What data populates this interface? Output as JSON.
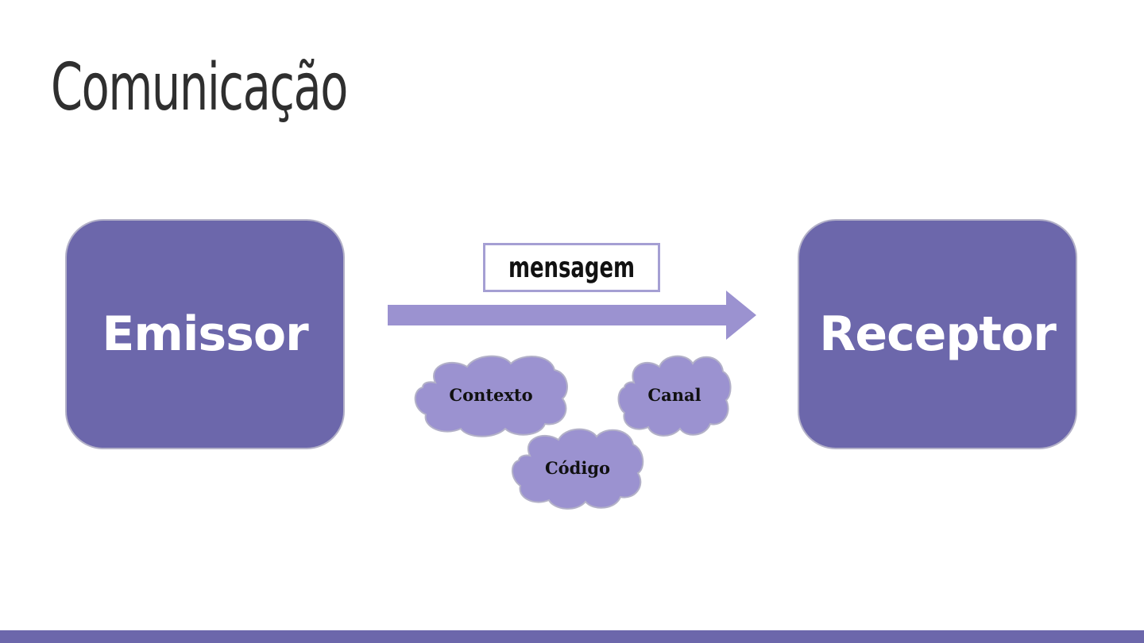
{
  "slide": {
    "title": "Comunicação"
  },
  "diagram": {
    "sender_label": "Emissor",
    "receiver_label": "Receptor",
    "message_label": "mensagem",
    "clouds": {
      "context": "Contexto",
      "channel": "Canal",
      "code": "Código"
    }
  },
  "colors": {
    "box_fill": "#6c67ab",
    "arrow_fill": "#9b92d0",
    "cloud_fill": "#9b92d0",
    "footer_bar": "#6c67ab"
  },
  "icons": {
    "arrow": "right-arrow-icon",
    "cloud": "cloud-shape"
  }
}
